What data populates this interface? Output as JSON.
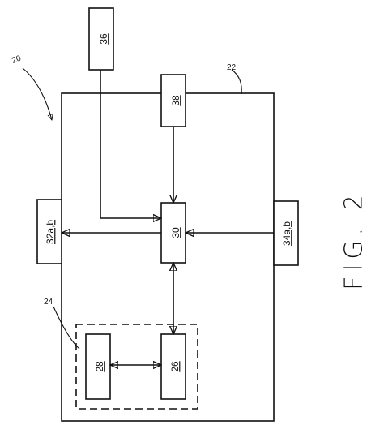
{
  "figure": {
    "caption": "FIG. 2"
  },
  "labels": {
    "system": "20",
    "housing": "22",
    "module": "24",
    "block_26": "26",
    "block_28": "28",
    "block_30": "30",
    "block_32": "32a,b",
    "block_34": "34a,b",
    "block_36": "36",
    "block_38": "38"
  }
}
